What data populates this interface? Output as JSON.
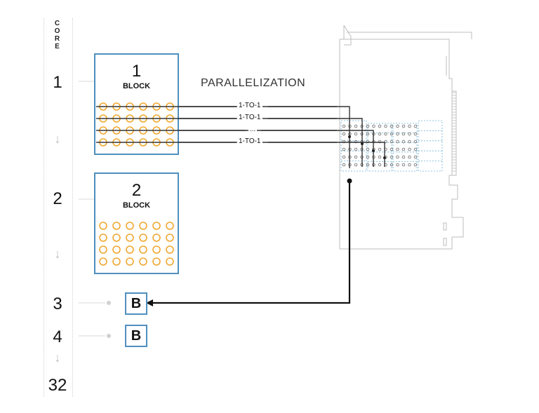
{
  "core_header": "C O R E",
  "cores": [
    "1",
    "2",
    "3",
    "4",
    "32"
  ],
  "down_arrow_glyph": "↓",
  "blocks": [
    {
      "number": "1",
      "word": "BLOCK"
    },
    {
      "number": "2",
      "word": "BLOCK"
    }
  ],
  "buffer_boxes": [
    "B",
    "B"
  ],
  "parallelization_label": "PARALLELIZATION",
  "links": [
    "1-TO-1",
    "1-TO-1",
    "...",
    "1-TO-1"
  ],
  "colors": {
    "box_border": "#4f8fbe",
    "thread_circles": "#f0a830",
    "card_outline": "#bdbdbd",
    "grid_dashed": "#6fb3d6",
    "arrow": "#111111"
  }
}
